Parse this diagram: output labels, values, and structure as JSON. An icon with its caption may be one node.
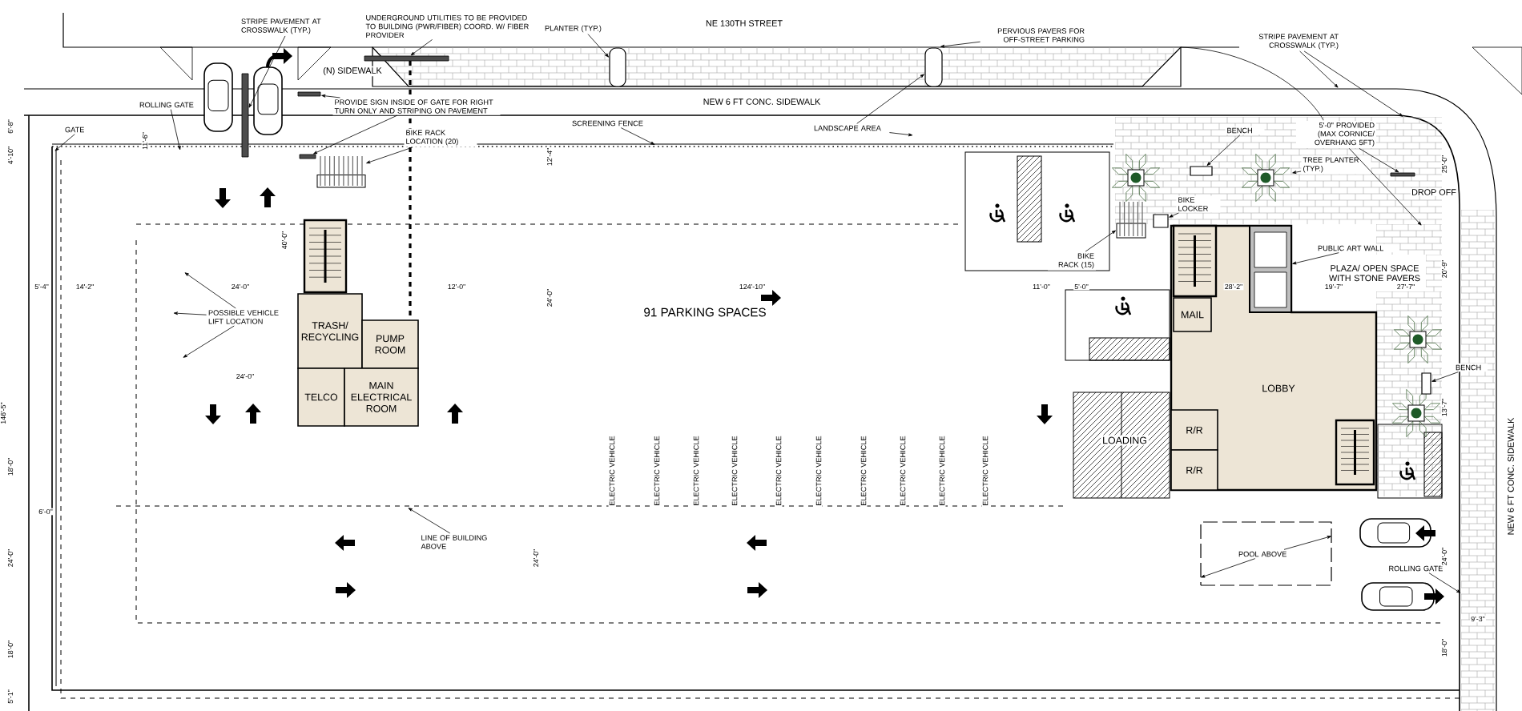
{
  "diagram": {
    "nodes": [
      {
        "text": [
          "STRIPE PAVEMENT AT CROSSWALK (TYP.)"
        ]
      },
      {
        "text": [
          "UNDERGROUND UTILITIES TO BE PROVIDED TO BUILDING (PWR/FIBER) COORD. W/ FIBER PROVIDER"
        ]
      },
      {
        "text": [
          "PLANTER (TYP.)"
        ]
      },
      {
        "text": [
          "PERVIOUS PAVERS FOR OFF-STREET PARKING"
        ]
      },
      {
        "text": [
          "STRIPE PAVEMENT AT CROSSWALK (TYP.)"
        ]
      },
      {
        "text": [
          "ROLLING GATE"
        ]
      },
      {
        "text": [
          "GATE"
        ]
      },
      {
        "text": [
          "PROVIDE SIGN INSIDE OF GATE FOR RIGHT TURN ONLY AND STRIPING ON PAVEMENT"
        ]
      },
      {
        "text": [
          "BIKE RACK LOCATION (20)"
        ]
      },
      {
        "text": [
          "SCREENING FENCE"
        ]
      },
      {
        "text": [
          "LANDSCAPE AREA"
        ]
      },
      {
        "text": [
          "BENCH"
        ]
      },
      {
        "text": [
          "5'-0\" PROVIDED (MAX CORNICE/ OVERHANG 5FT)"
        ]
      },
      {
        "text": [
          "TREE PLANTER (TYP.)"
        ]
      },
      {
        "text": [
          "BIKE LOCKER"
        ]
      },
      {
        "text": [
          "BIKE RACK (15)"
        ]
      },
      {
        "text": [
          "PUBLIC ART WALL"
        ]
      },
      {
        "text": [
          "POSSIBLE VEHICLE LIFT LOCATION"
        ]
      },
      {
        "text": [
          "LINE OF BUILDING ABOVE"
        ]
      },
      {
        "text": [
          "POOL ABOVE"
        ],
        "in": 45
      },
      {
        "text": [
          "ROLLING GATE"
        ]
      },
      {
        "text": [
          "BENCH"
        ]
      },
      {
        "text": [
          "TRASH/ RECYCLING"
        ]
      },
      {
        "text": [
          "PUMP ROOM"
        ]
      },
      {
        "text": [
          "TELCO"
        ]
      },
      {
        "text": [
          "MAIN ELECTRICAL ROOM"
        ]
      },
      {
        "text": [
          "MAIL"
        ]
      },
      {
        "text": [
          "LOBBY"
        ]
      },
      {
        "text": [
          "R/R"
        ]
      },
      {
        "text": [
          "R/R"
        ]
      },
      {
        "text": [
          "LOADING"
        ]
      },
      {
        "text": [],
        "shape": "box"
      },
      {
        "text": [],
        "shape": "box",
        "in": 31
      },
      {
        "text": [],
        "shape": "box",
        "in": 31
      },
      {
        "text": [],
        "shape": "bar"
      },
      {
        "text": [],
        "shape": "bar"
      },
      {
        "text": [],
        "shape": "bar"
      },
      {
        "text": [],
        "shape": "picture"
      },
      {
        "text": [],
        "shape": "box"
      },
      {
        "text": [],
        "shape": "picture"
      },
      {
        "text": [],
        "shape": "picture"
      },
      {
        "text": [],
        "shape": "box"
      },
      {
        "text": [],
        "shape": "bar"
      },
      {
        "text": [],
        "shape": "picture"
      },
      {
        "text": [],
        "shape": "box"
      },
      {
        "text": [],
        "shape": "box"
      },
      {
        "text": [],
        "shape": "bar"
      }
    ],
    "edges": [
      {
        "from": 0,
        "to": 34,
        "arrow": "to"
      },
      {
        "from": 1,
        "to": 42,
        "arrow": "to"
      },
      {
        "from": 2,
        "to": 32,
        "arrow": "to"
      },
      {
        "from": 3,
        "to": 31,
        "arrow": "to"
      },
      {
        "from": 4,
        "to": null,
        "arrow": "to"
      },
      {
        "from": 4,
        "to": null,
        "arrow": "to"
      },
      {
        "from": 5,
        "to": null,
        "arrow": "to"
      },
      {
        "from": 6,
        "to": null,
        "arrow": "to"
      },
      {
        "from": 7,
        "to": 35,
        "arrow": "to"
      },
      {
        "from": 7,
        "to": 36,
        "arrow": "to"
      },
      {
        "from": 8,
        "to": 37,
        "arrow": "to"
      },
      {
        "from": 9,
        "to": null,
        "arrow": "to"
      },
      {
        "from": 10,
        "to": 33,
        "arrow": "to"
      },
      {
        "from": 10,
        "to": null,
        "arrow": "to"
      },
      {
        "from": 11,
        "to": 38,
        "arrow": "to"
      },
      {
        "from": 12,
        "to": 46,
        "arrow": "to"
      },
      {
        "from": 12,
        "to": null,
        "arrow": "to"
      },
      {
        "from": 13,
        "to": 39,
        "arrow": "to"
      },
      {
        "from": 14,
        "to": 44,
        "arrow": "to"
      },
      {
        "from": 15,
        "to": 40,
        "arrow": "to"
      },
      {
        "from": 16,
        "to": 43,
        "arrow": "to"
      },
      {
        "from": 17,
        "to": null,
        "arrow": "to"
      },
      {
        "from": 17,
        "to": null,
        "arrow": "to"
      },
      {
        "from": 17,
        "to": null,
        "arrow": "to"
      },
      {
        "from": 18,
        "to": null,
        "arrow": "to"
      },
      {
        "from": 19,
        "to": 45,
        "arrow": "to"
      },
      {
        "from": 19,
        "to": 45,
        "arrow": "to"
      },
      {
        "from": 20,
        "to": null,
        "arrow": "to"
      },
      {
        "from": 21,
        "to": 41,
        "arrow": "to"
      }
    ],
    "labels": [
      "NE 130TH STREET",
      "(N) SIDEWALK",
      "NEW 6 FT CONC. SIDEWALK",
      "6'-8\"",
      "4'-10\"",
      "11'-6\"",
      "12'-4\"",
      "DROP OFF",
      "25'-0\"",
      "40'-0\"",
      "PLAZA/ OPEN SPACE WITH STONE PAVERS",
      "20'-9\"",
      "5'-4\"",
      "14'-2\"",
      "24'-0\"",
      "12'-0\"",
      "124'-10\"",
      "11'-0\"",
      "5'-0\"",
      "28'-2\"",
      "19'-7\"",
      "27'-7\"",
      "24'-0\"",
      "91 PARKING SPACES",
      "24'-0\"",
      "146'-5\"",
      "13'-7\"",
      "ELECTRIC VEHICLE",
      "ELECTRIC VEHICLE",
      "ELECTRIC VEHICLE",
      "ELECTRIC VEHICLE",
      "ELECTRIC VEHICLE",
      "ELECTRIC VEHICLE",
      "ELECTRIC VEHICLE",
      "ELECTRIC VEHICLE",
      "ELECTRIC VEHICLE",
      "ELECTRIC VEHICLE",
      "18'-0\"",
      "NEW 6 FT CONC. SIDEWALK",
      "6'-0\"",
      "24'-0\"",
      "24'-0\"",
      "24'-0\"",
      "9'-3\"",
      "18'-0\"",
      "18'-0\"",
      "5'-1\""
    ]
  }
}
